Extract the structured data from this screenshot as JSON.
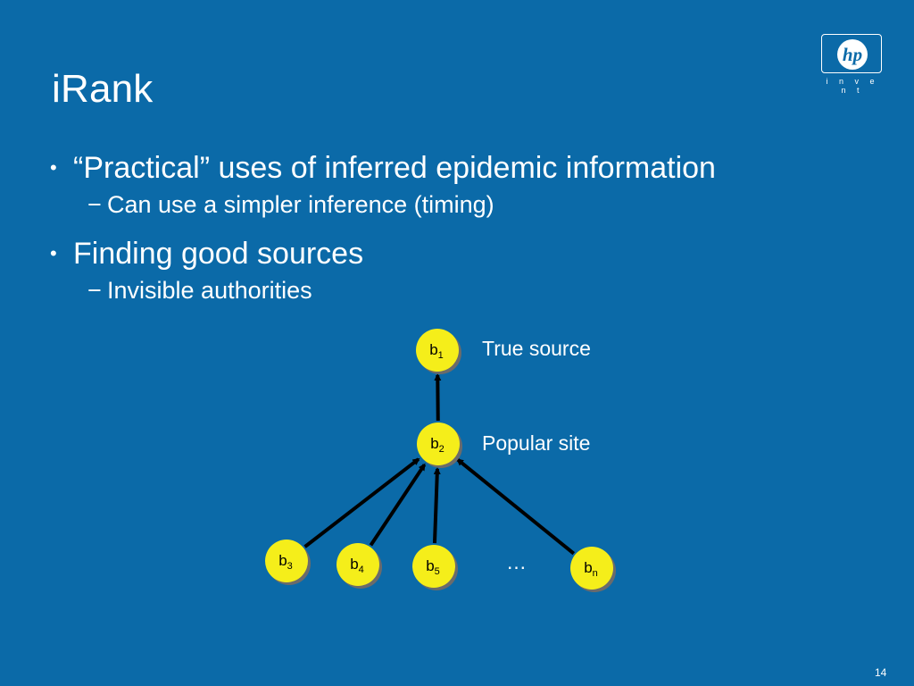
{
  "slide": {
    "title": "iRank",
    "page_number": "14",
    "background_color": "#0b6aa8"
  },
  "bullets": [
    {
      "text": "“Practical” uses of inferred epidemic information",
      "sub": [
        "Can use a simpler inference (timing)"
      ]
    },
    {
      "text": "Finding good sources",
      "sub": [
        "Invisible authorities"
      ]
    }
  ],
  "bullet_marks": {
    "level1": "•",
    "level2": "−"
  },
  "logo": {
    "mark": "hp",
    "tagline": "i n v e n t",
    "icon": "hp-invent-logo"
  },
  "diagram": {
    "node_color": "#f5ee1a",
    "arrow_color": "#000000",
    "nodes": [
      {
        "id": "b1",
        "base": "b",
        "sub": "1"
      },
      {
        "id": "b2",
        "base": "b",
        "sub": "2"
      },
      {
        "id": "b3",
        "base": "b",
        "sub": "3"
      },
      {
        "id": "b4",
        "base": "b",
        "sub": "4"
      },
      {
        "id": "b5",
        "base": "b",
        "sub": "5"
      },
      {
        "id": "bn",
        "base": "b",
        "sub": "n"
      }
    ],
    "labels": {
      "b1": "True source",
      "b2": "Popular site"
    },
    "ellipsis": "…",
    "edges": [
      {
        "from": "b2",
        "to": "b1"
      },
      {
        "from": "b3",
        "to": "b2"
      },
      {
        "from": "b4",
        "to": "b2"
      },
      {
        "from": "b5",
        "to": "b2"
      },
      {
        "from": "bn",
        "to": "b2"
      }
    ]
  }
}
